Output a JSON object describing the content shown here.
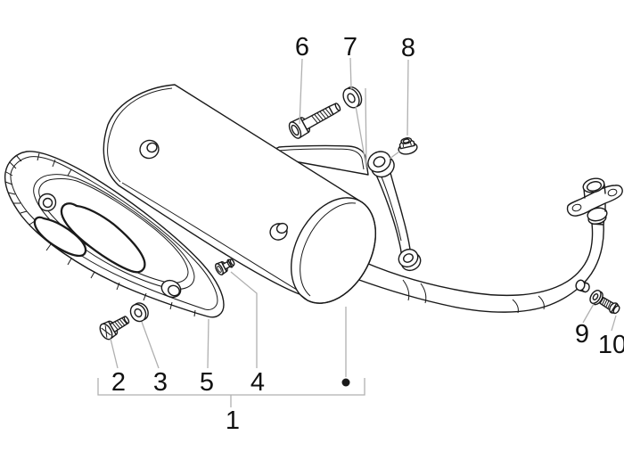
{
  "diagram": {
    "type": "exploded-parts-diagram",
    "labels": {
      "1": "1",
      "2": "2",
      "3": "3",
      "4": "4",
      "5": "5",
      "6": "6",
      "7": "7",
      "8": "8",
      "9": "9",
      "10": "10"
    },
    "colors": {
      "background": "#ffffff",
      "outline": "#1a1a1a",
      "leader": "#b0b0b0",
      "label": "#111111"
    }
  }
}
